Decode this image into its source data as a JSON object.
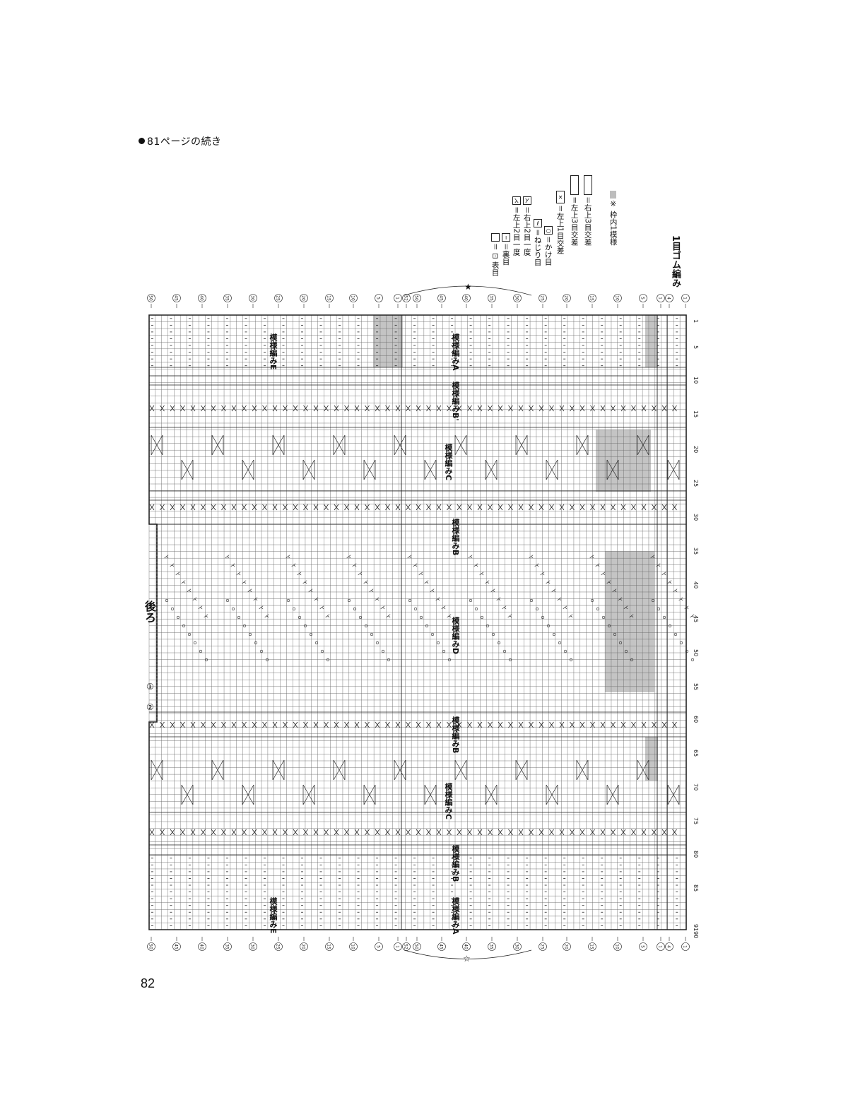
{
  "header": {
    "bullet_text": "81ページの続き"
  },
  "page_number": "82",
  "labels": {
    "back": "後ろ",
    "rib": "1目ゴム編み",
    "pattern_A": "模様編みA",
    "pattern_B": "模様編みB",
    "pattern_Bp": "模様編みB'",
    "pattern_C": "模様編みC",
    "pattern_D": "模様編みD",
    "pattern_E": "模様編みE",
    "star_filled": "★",
    "star_open": "☆",
    "arrow_1": "①",
    "arrow_2": "②"
  },
  "legend": {
    "items": [
      {
        "symbol": "□",
        "text": "＝ ⊡ 表目"
      },
      {
        "symbol": "−",
        "text": "＝裏目"
      },
      {
        "symbol": "⋌",
        "text": "＝左上2目一度"
      },
      {
        "symbol": "⋋",
        "text": "＝右上2目一度"
      },
      {
        "symbol": "ℓ",
        "text": "＝ねじり目"
      },
      {
        "symbol": "○",
        "text": "＝かけ目"
      },
      {
        "symbol": "✕",
        "text": "＝左上1目交差"
      },
      {
        "symbol": "⋈",
        "text": "＝左上3目交差"
      },
      {
        "symbol": "⋈",
        "text": "＝右上3目交差"
      }
    ],
    "note": "※ 枠内1模様"
  },
  "row_labels_top": [
    "50",
    "45",
    "40",
    "35",
    "30",
    "25",
    "20",
    "15",
    "10",
    "5",
    "1",
    "52",
    "50",
    "45",
    "40",
    "35",
    "30",
    "25",
    "20",
    "15",
    "10",
    "5",
    "1",
    "4",
    "1"
  ],
  "row_labels_bottom": [
    "50",
    "45",
    "40",
    "35",
    "30",
    "25",
    "20",
    "15",
    "10",
    "5",
    "1",
    "52",
    "50",
    "45",
    "40",
    "35",
    "30",
    "25",
    "20",
    "15",
    "10",
    "5",
    "1",
    "4",
    "1"
  ],
  "stitch_labels": [
    "1",
    "5",
    "10",
    "15",
    "20",
    "25",
    "30",
    "35",
    "40",
    "45",
    "50",
    "55",
    "60",
    "65",
    "70",
    "75",
    "80",
    "85",
    "9190"
  ],
  "colors": {
    "ink": "#222222",
    "grid": "#6a6a6a",
    "shade": "#c4c4c4"
  }
}
